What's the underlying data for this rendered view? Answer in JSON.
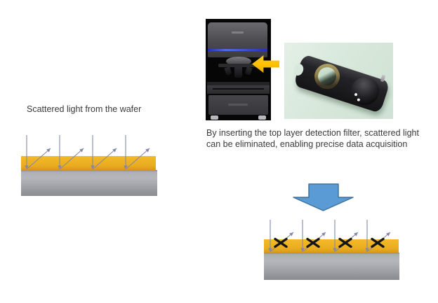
{
  "captions": {
    "scattered": "Scattered light from the wafer",
    "explanation": "By inserting the top layer detection filter, scattered light can be eliminated, enabling precise data acquisition"
  },
  "diagrams": {
    "scattered": {
      "incident_arrows": 4,
      "scattered_arrows": 4,
      "crossed": false
    },
    "filtered": {
      "incident_arrows": 4,
      "scattered_arrows": 4,
      "crossed": true
    }
  },
  "photos": {
    "microscope": "laser-microscope-front-view",
    "filter": "top-layer-detection-filter-unit"
  },
  "icons": {
    "insert_arrow": "yellow-arrow-left",
    "result_arrow": "blue-arrow-down",
    "cross_mark": "x-cross-eliminated"
  },
  "colors": {
    "text": "#3A3A3A",
    "wafer-layer": "#EFB224",
    "wafer-layer-dark": "#D89818",
    "substrate-light": "#B6B7BC",
    "substrate-dark": "#8A8B90",
    "arrow-stroke": "#8289A6",
    "cross-mark": "#161616",
    "down-arrow-fill": "#5B9BD5",
    "down-arrow-edge": "#41719C",
    "insert-arrow": "#FFC000",
    "photo-green": "#D8E8DB"
  }
}
